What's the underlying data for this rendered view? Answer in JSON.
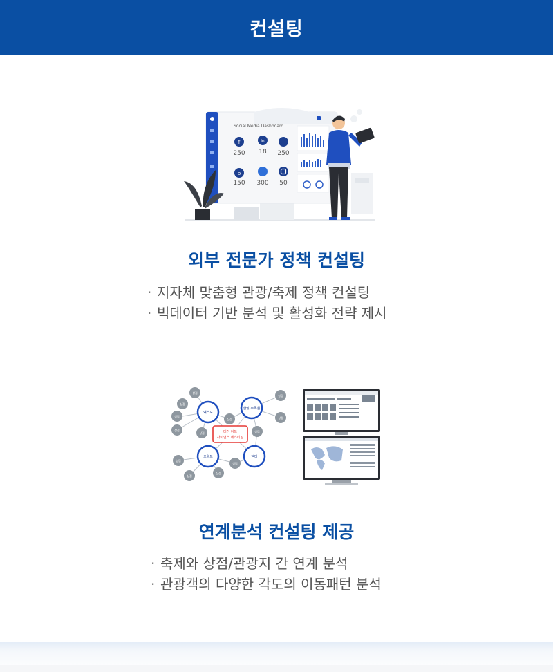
{
  "header": {
    "title": "컨설팅"
  },
  "section1": {
    "title": "외부 전문가 정책 컨설팅",
    "bullets": [
      "지자체 맞춤형 관광/축제 정책 컨설팅",
      "빅데이터 기반 분석 및 활성화 전략 제시"
    ],
    "illustration": {
      "dashboard_title": "Social Media Dashboard",
      "stats": [
        {
          "icon": "facebook-icon",
          "value": "250"
        },
        {
          "icon": "linkedin-icon",
          "value": "18"
        },
        {
          "icon": "twitter-icon",
          "value": "250"
        },
        {
          "icon": "pinterest-icon",
          "value": "150"
        },
        {
          "icon": "dribbble-icon",
          "value": "300"
        },
        {
          "icon": "instagram-icon",
          "value": "50"
        }
      ]
    }
  },
  "section2": {
    "title": "연계분석 컨설팅 제공",
    "bullets": [
      "축제와 상점/관광지 간 연계 분석",
      "관광객의 다양한 각도의 이동패턴 분석"
    ],
    "network": {
      "center": [
        "대전 이드",
        "사이언스 페스티벌"
      ],
      "hubs": [
        "엑스포",
        "한밭 수목원",
        "오월드",
        "엑터"
      ],
      "leaf_label": "상점"
    }
  },
  "colors": {
    "brand": "#0a4fa3",
    "accent_red": "#e53935",
    "text": "#555555"
  }
}
